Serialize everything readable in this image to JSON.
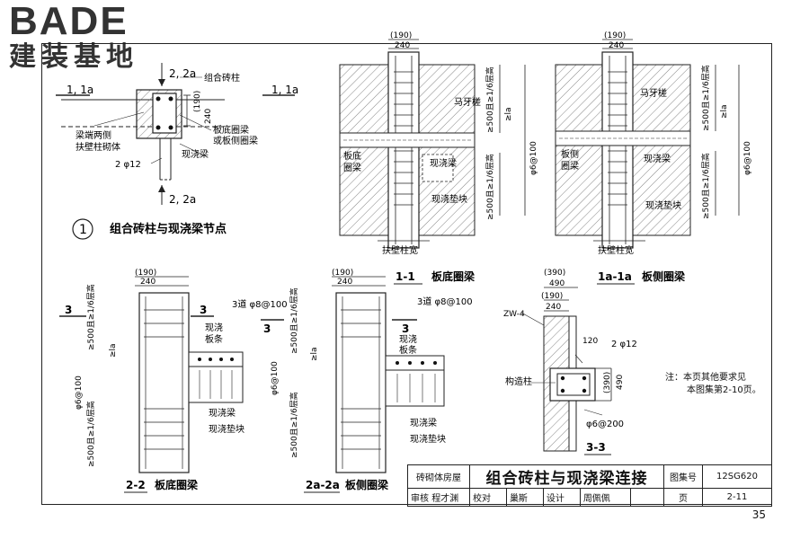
{
  "logo": {
    "brand": "BADE",
    "subtitle": "建装基地"
  },
  "page_number": "35",
  "note": {
    "line1": "注：本页其他要求见",
    "line2": "本图集第2-10页。"
  },
  "title_block": {
    "category": "砖砌体房屋",
    "title": "组合砖柱与现浇梁连接",
    "atlas_label": "图集号",
    "atlas_no": "12SG620",
    "review_label": "审核",
    "reviewer": "程才渊",
    "check_label": "校对",
    "checker": "巢斯",
    "design_label": "设计",
    "designer": "周佩佩",
    "page_label": "页",
    "page_no": "2-11"
  },
  "detail1": {
    "num": "1",
    "caption": "组合砖柱与现浇梁节点",
    "sec_left": "1, 1a",
    "sec_right": "1, 1a",
    "sec_top": "2, 2a",
    "sec_bottom": "2, 2a",
    "lbl_composite_col": "组合砖柱",
    "lbl_190": "(190)",
    "lbl_240": "240",
    "lbl_beam_masonry_1": "梁端两侧",
    "lbl_beam_masonry_2": "扶壁柱砌体",
    "lbl_ring_1": "板底圈梁",
    "lbl_ring_2": "或板侧圈梁",
    "lbl_cast_beam": "现浇梁",
    "lbl_2phi12": "2 φ12"
  },
  "sec_1_1": {
    "caption_id": "1-1",
    "caption": "板底圈梁",
    "dim190": "(190)",
    "dim240": "240",
    "lbl_horse": "马牙槎",
    "lbl_ring_a": "板底",
    "lbl_ring_b": "圈梁",
    "lbl_cast_beam": "现浇梁",
    "lbl_pad": "现浇垫块",
    "lbl_dim_top": "≥500且≥1/6层高",
    "lbl_la": "≥la",
    "lbl_phi": "φ6@100",
    "lbl_dim_bot": "≥500且≥1/6层高",
    "lbl_width": "扶壁柱宽"
  },
  "sec_1a_1a": {
    "caption_id": "1a-1a",
    "caption": "板侧圈梁",
    "dim190": "(190)",
    "dim240": "240",
    "lbl_horse": "马牙槎",
    "lbl_ring_a": "板侧",
    "lbl_ring_b": "圈梁",
    "lbl_cast_beam": "现浇梁",
    "lbl_pad": "现浇垫块",
    "lbl_dim_top": "≥500且≥1/6层高",
    "lbl_la": "≥la",
    "lbl_phi": "φ6@100",
    "lbl_dim_bot": "≥500且≥1/6层高",
    "lbl_width": "扶壁柱宽"
  },
  "sec_2_2": {
    "caption_id": "2-2",
    "caption": "板底圈梁",
    "dim190": "(190)",
    "dim240": "240",
    "lbl_3": "3",
    "lbl_3b": "3",
    "lbl_bars": "3道 φ8@100",
    "lbl_slab_a": "现浇",
    "lbl_slab_b": "板条",
    "lbl_dim_top": "≥500且≥1/6层高",
    "lbl_la": "≥la",
    "lbl_phi": "φ6@100",
    "lbl_dim_bot": "≥500且≥1/6层高",
    "lbl_cast_beam": "现浇梁",
    "lbl_pad": "现浇垫块"
  },
  "sec_2a_2a": {
    "caption_id": "2a-2a",
    "caption": "板侧圈梁",
    "dim190": "(190)",
    "dim240": "240",
    "lbl_3": "3",
    "lbl_3b": "3",
    "lbl_bars": "3道 φ8@100",
    "lbl_slab_a": "现浇",
    "lbl_slab_b": "板条",
    "lbl_dim_top": "≥500且≥1/6层高",
    "lbl_la": "≥la",
    "lbl_phi": "φ6@100",
    "lbl_dim_bot": "≥500且≥1/6层高",
    "lbl_cast_beam": "现浇梁",
    "lbl_pad": "现浇垫块"
  },
  "sec_3_3": {
    "caption_id": "3-3",
    "dim390": "(390)",
    "dim490": "490",
    "dim190": "(190)",
    "dim240": "240",
    "lbl_zw": "ZW-4",
    "lbl_120": "120",
    "lbl_2phi12": "2 φ12",
    "lbl_col": "构造柱",
    "lbl_390v": "(390)",
    "lbl_490v": "490",
    "lbl_phi200": "φ6@200"
  }
}
